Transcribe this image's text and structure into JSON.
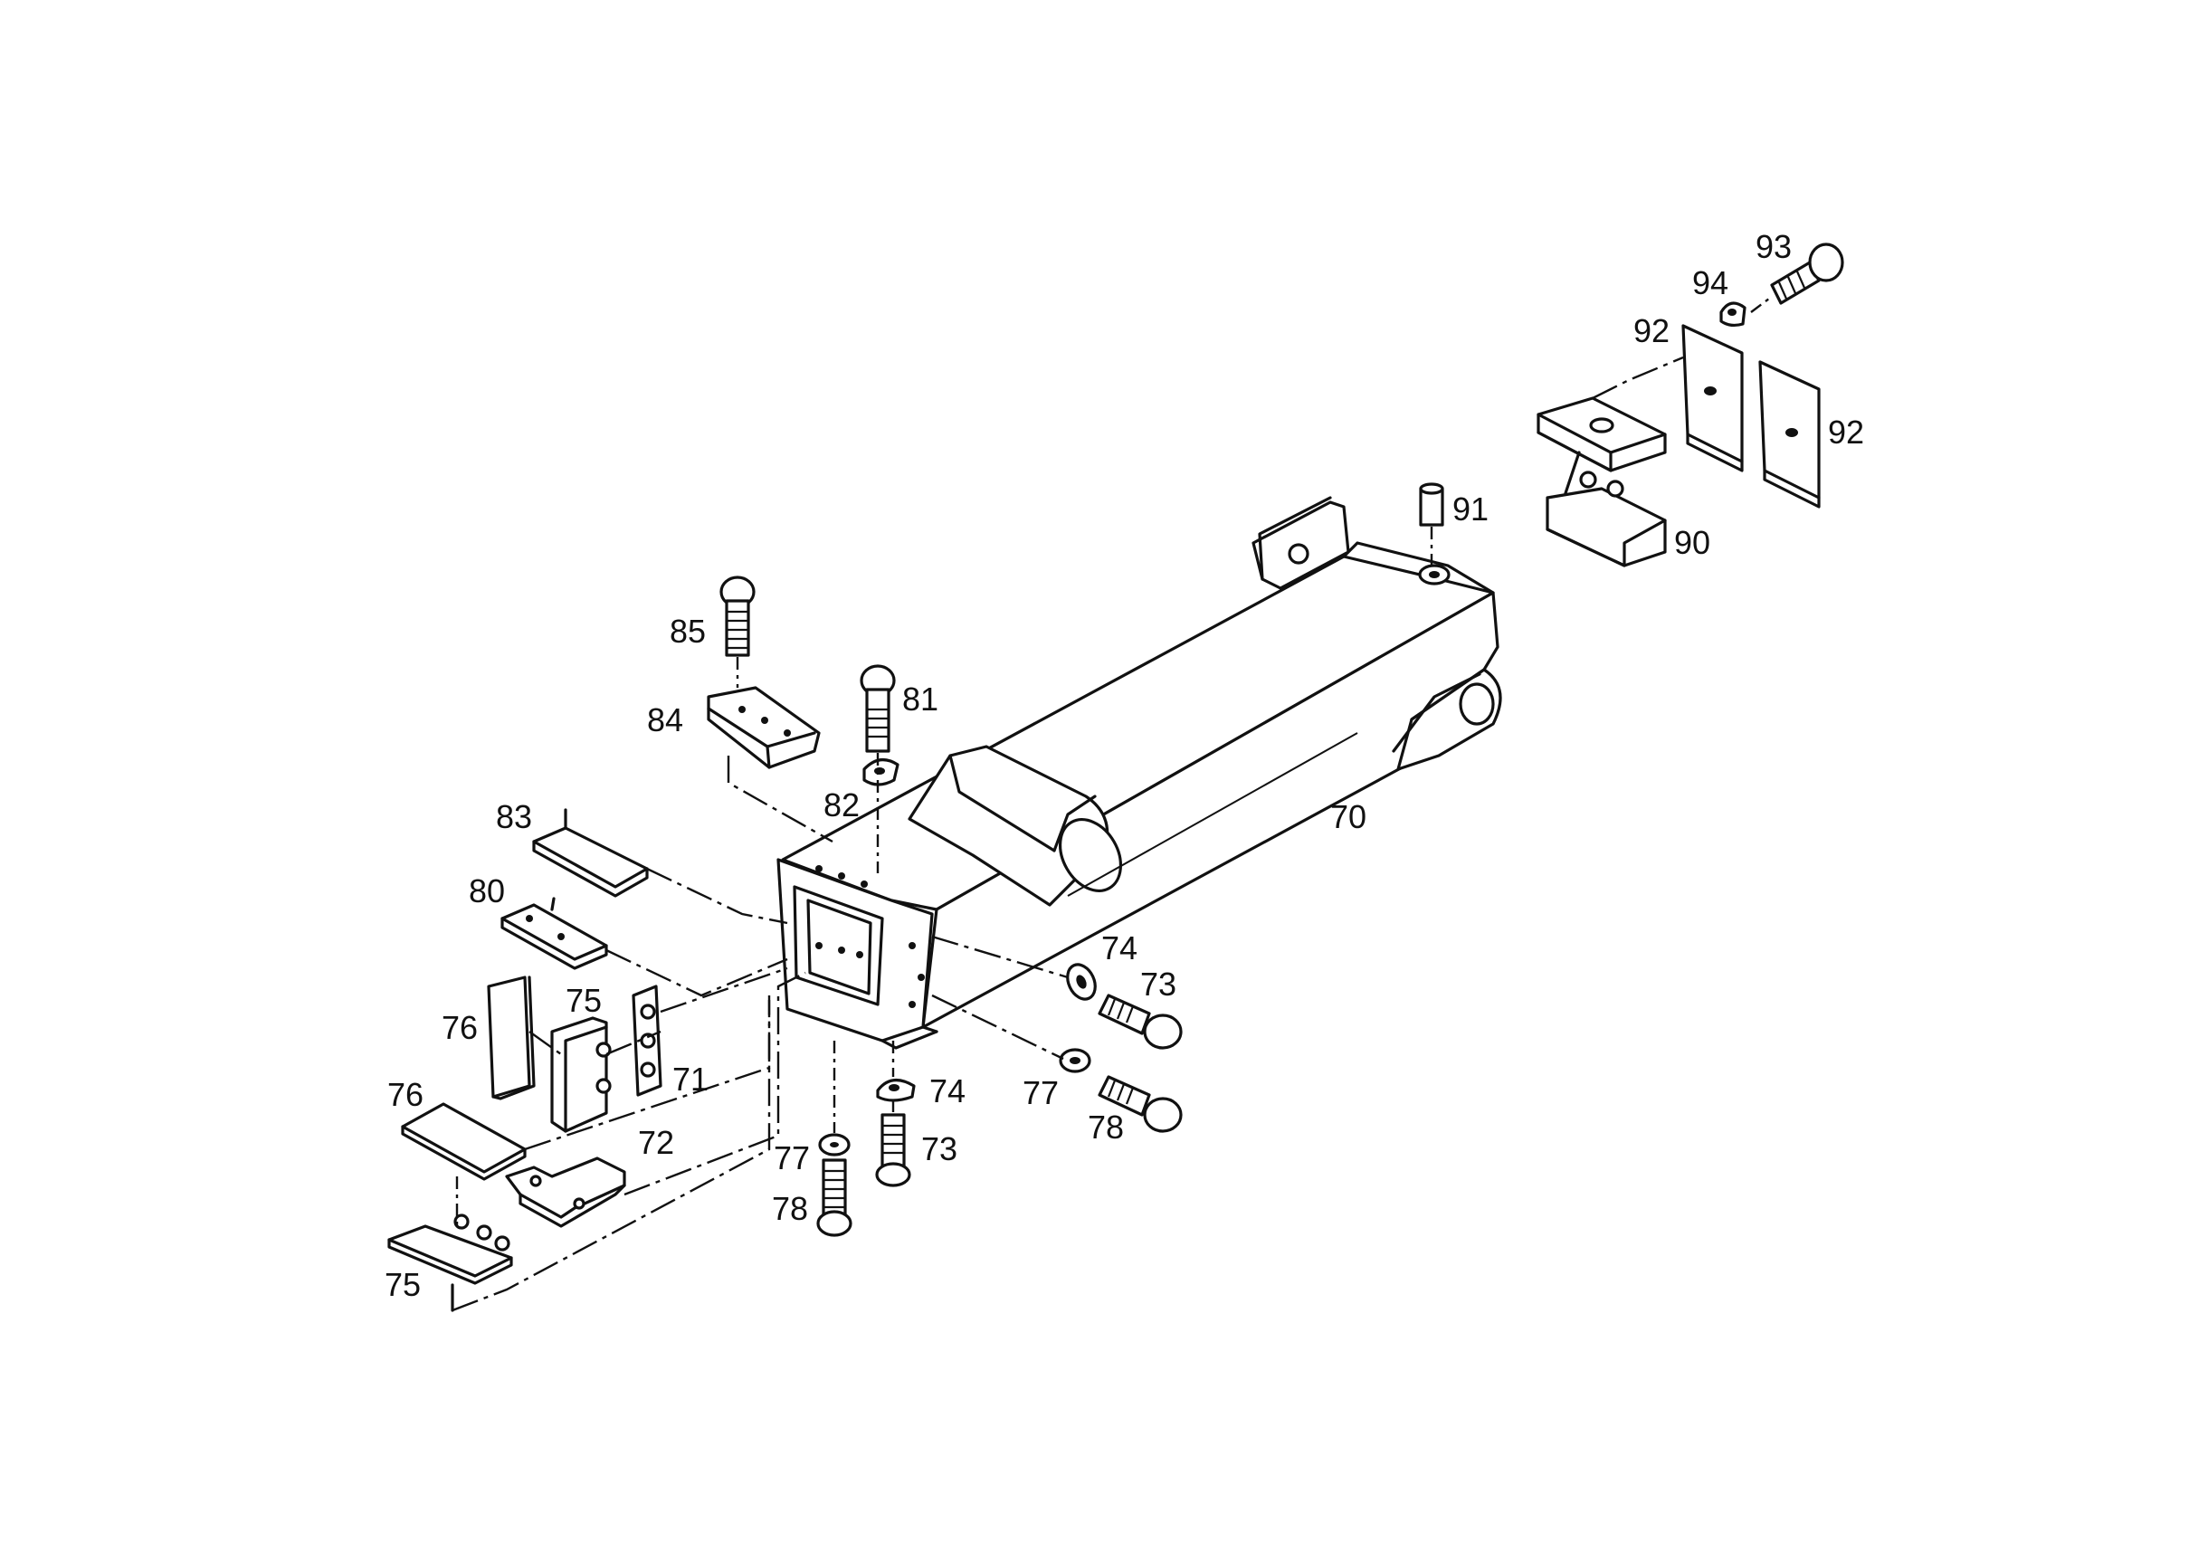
{
  "callouts": {
    "c70": "70",
    "c71": "71",
    "c72": "72",
    "c73a": "73",
    "c73b": "73",
    "c74a": "74",
    "c74b": "74",
    "c75a": "75",
    "c75b": "75",
    "c76a": "76",
    "c76b": "76",
    "c77a": "77",
    "c77b": "77",
    "c78a": "78",
    "c78b": "78",
    "c80": "80",
    "c81": "81",
    "c82": "82",
    "c83": "83",
    "c84": "84",
    "c85": "85",
    "c90": "90",
    "c91": "91",
    "c92a": "92",
    "c92b": "92",
    "c93": "93",
    "c94": "94"
  }
}
